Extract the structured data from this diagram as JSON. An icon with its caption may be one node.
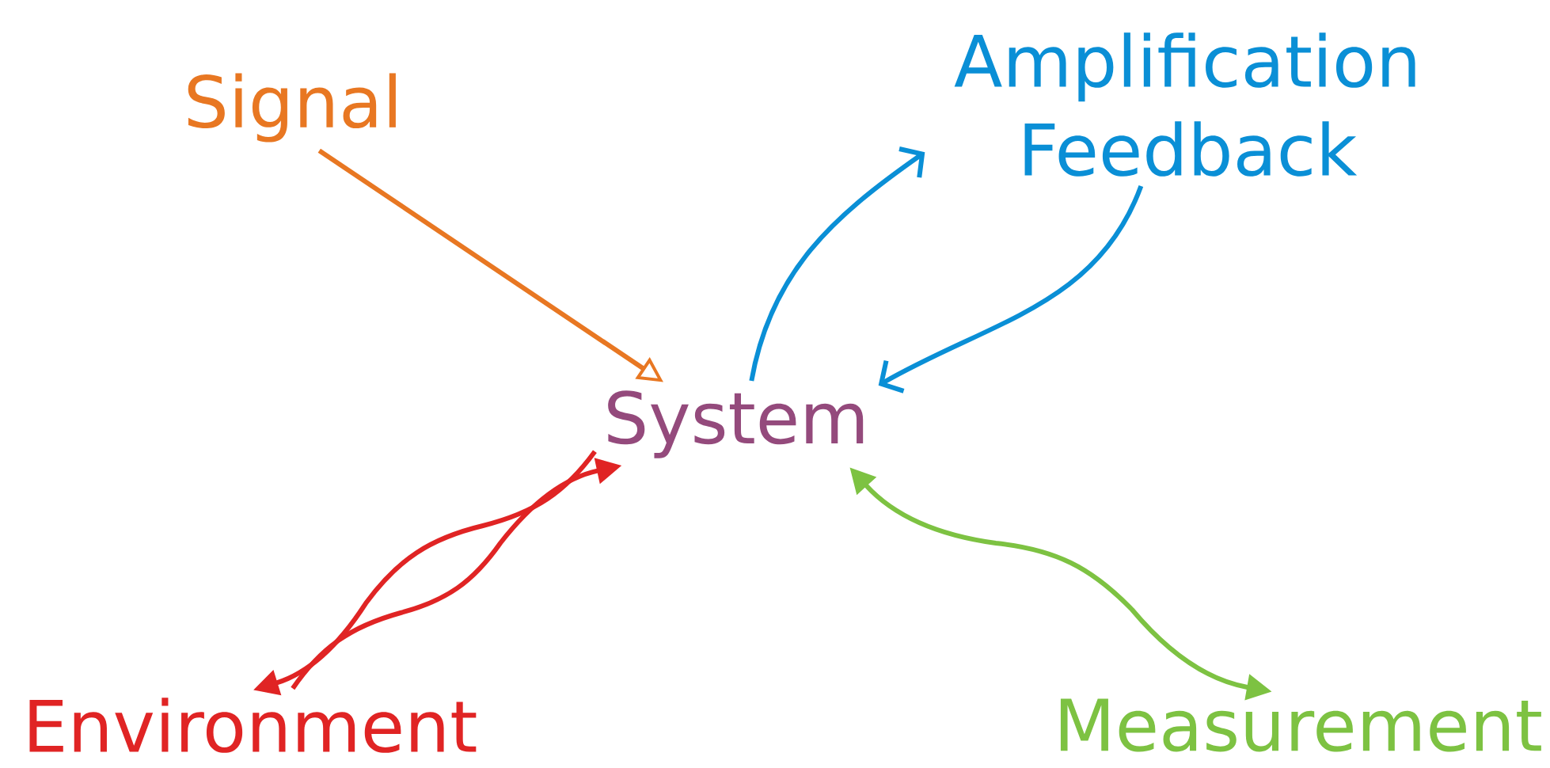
{
  "diagram": {
    "nodes": [
      {
        "text": [
          "Signal"
        ]
      },
      {
        "text": [
          "Amplification Feedback"
        ]
      },
      {
        "text": [
          "System"
        ]
      },
      {
        "text": [
          "Environment"
        ]
      },
      {
        "text": [
          "Measurement"
        ]
      }
    ],
    "edges": [
      {
        "from": 0,
        "to": 2,
        "arrow": "to",
        "color": "#e87722"
      },
      {
        "from": 2,
        "to": 1,
        "arrow": "to",
        "color": "#0a8fd6"
      },
      {
        "from": 1,
        "to": 2,
        "arrow": "to",
        "color": "#0a8fd6"
      },
      {
        "from": 2,
        "to": 3,
        "arrow": "to",
        "color": "#e02424"
      },
      {
        "from": 3,
        "to": 2,
        "arrow": "to",
        "color": "#e02424"
      },
      {
        "from": 2,
        "to": 4,
        "arrow": "both",
        "color": "#7dc242"
      }
    ]
  }
}
